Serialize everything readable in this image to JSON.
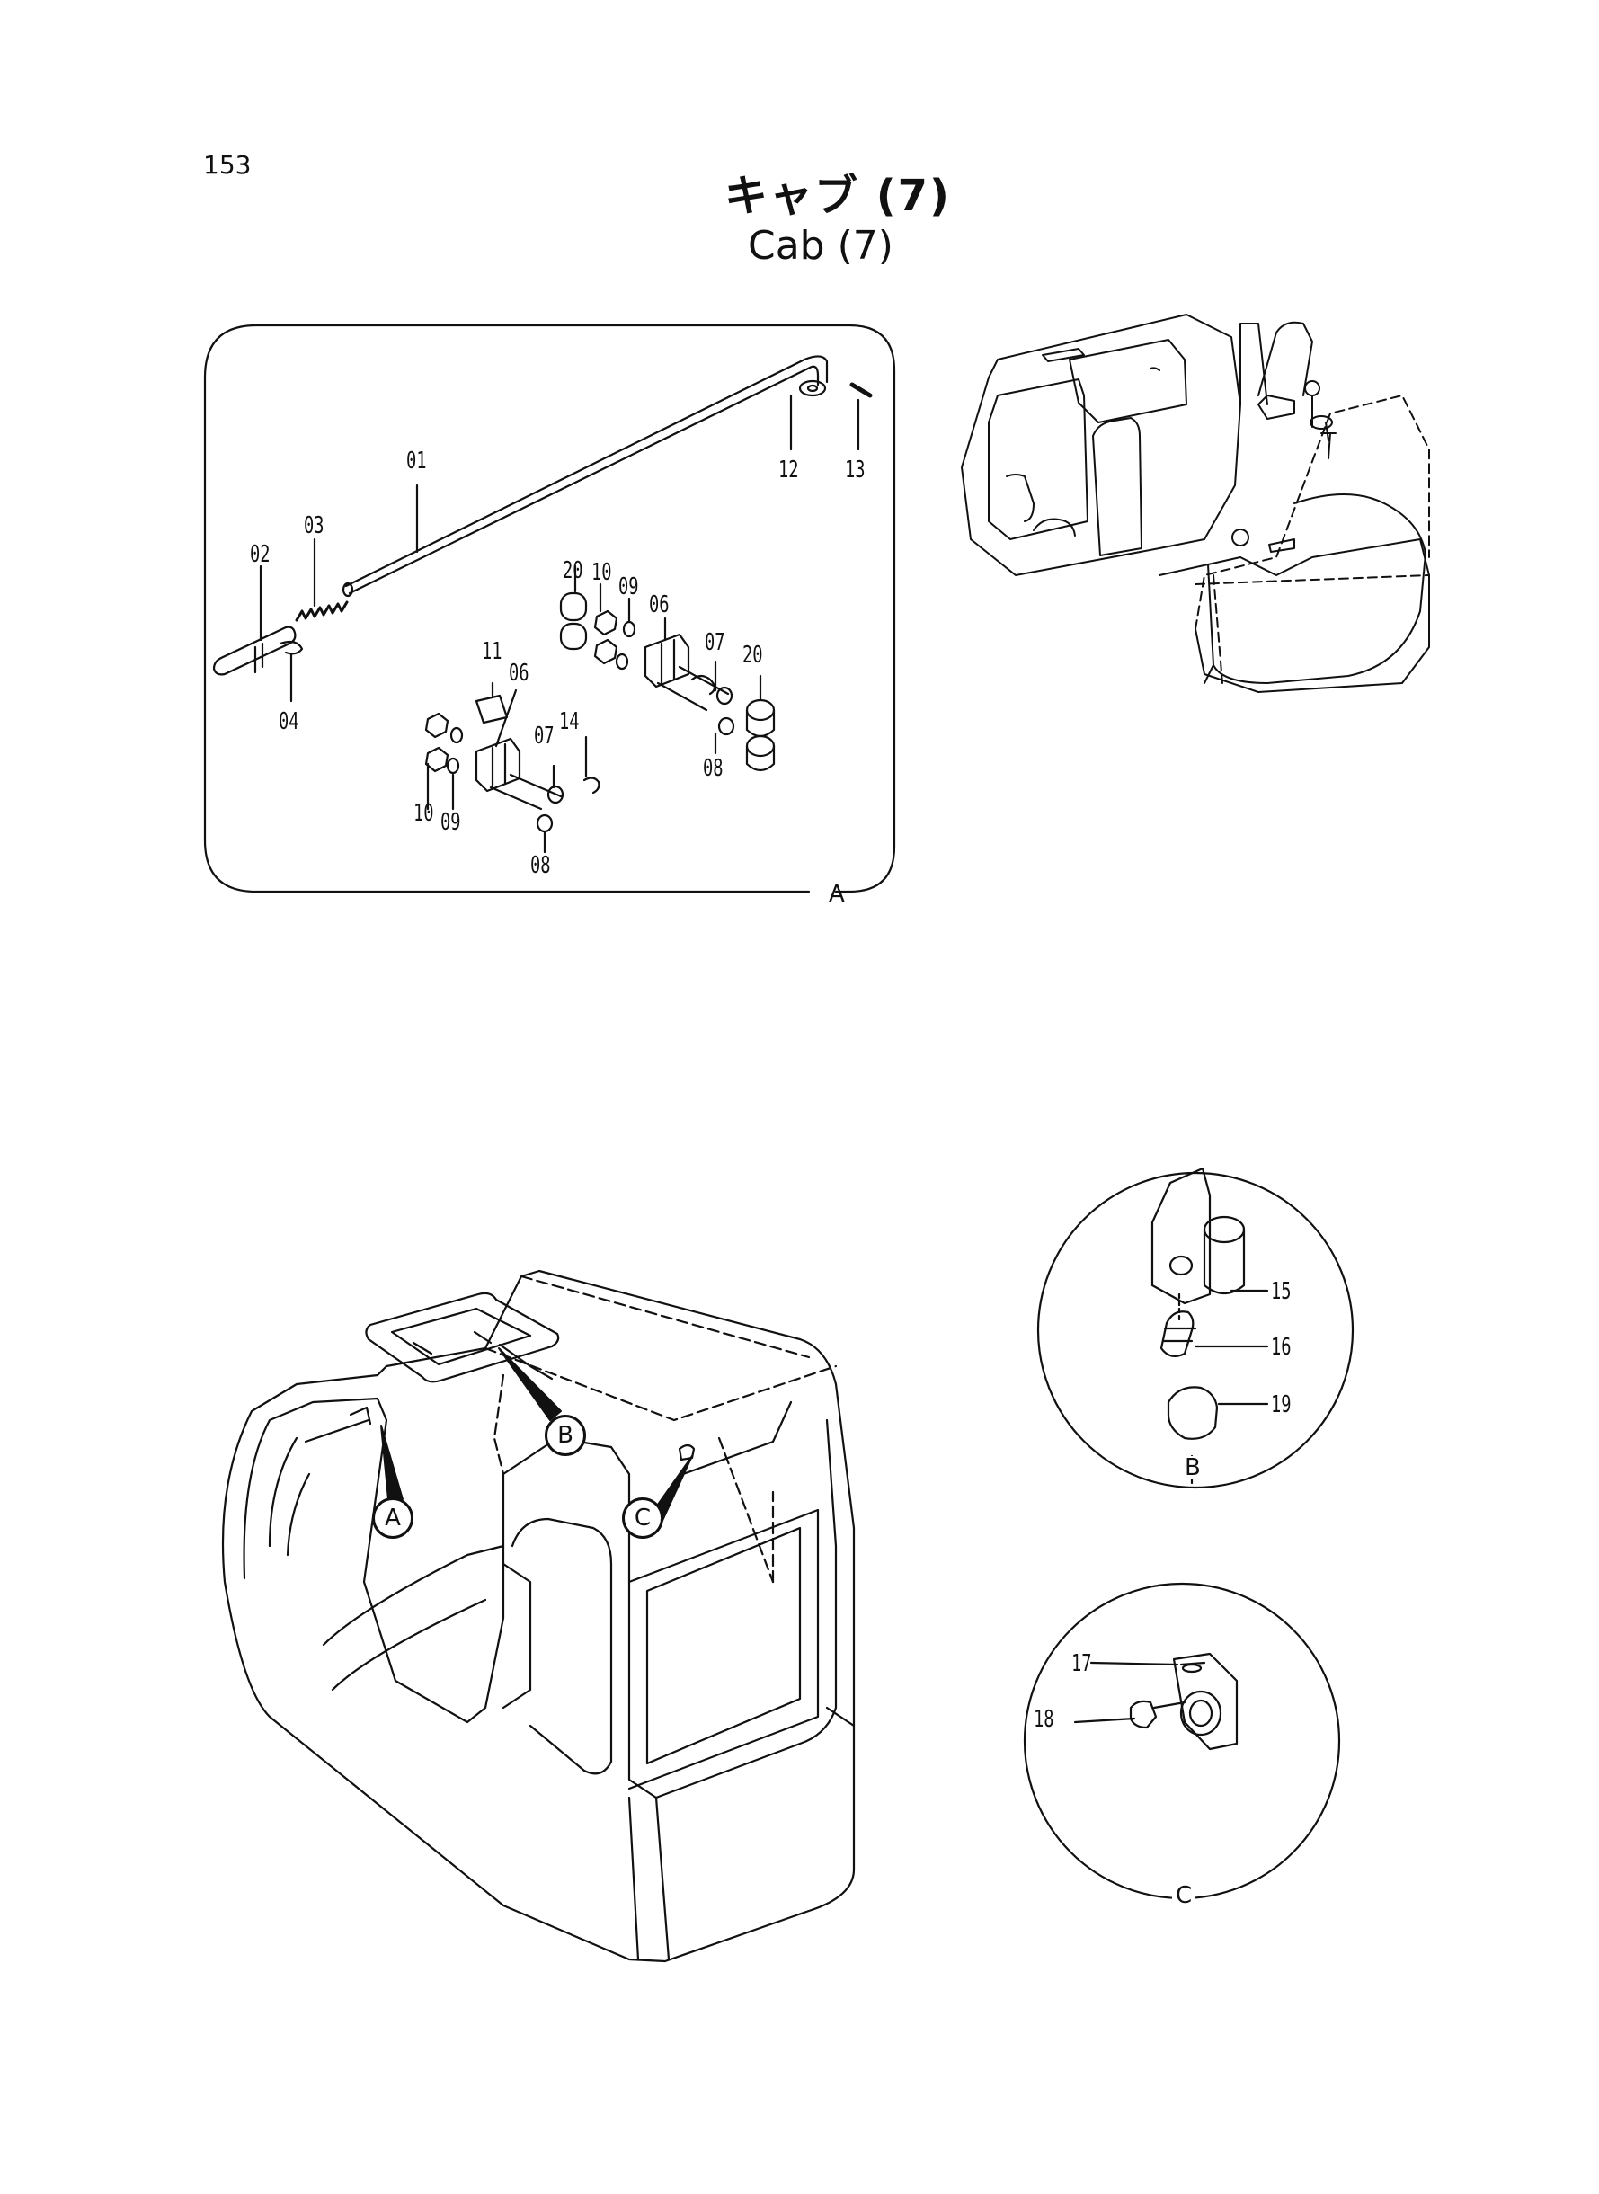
{
  "page_number": "153",
  "title_jp": "キャブ (7)",
  "title_en": "Cab (7)",
  "parts": {
    "p01": "01",
    "p02": "02",
    "p03": "03",
    "p04": "04",
    "p06a": "06",
    "p06b": "06",
    "p07a": "07",
    "p07b": "07",
    "p08a": "08",
    "p08b": "08",
    "p09a": "09",
    "p09b": "09",
    "p10a": "10",
    "p10b": "10",
    "p11": "11",
    "p12": "12",
    "p13": "13",
    "p14": "14",
    "p15": "15",
    "p16": "16",
    "p17": "17",
    "p18": "18",
    "p19": "19",
    "p20a": "20",
    "p20b": "20"
  },
  "detail_refs": {
    "a_frame": "A",
    "a_callout": "A",
    "b_frame": "B",
    "b_callout": "B",
    "c_frame": "C",
    "c_callout": "C"
  },
  "colors": {
    "ink": "#111111",
    "paper": "#ffffff"
  }
}
